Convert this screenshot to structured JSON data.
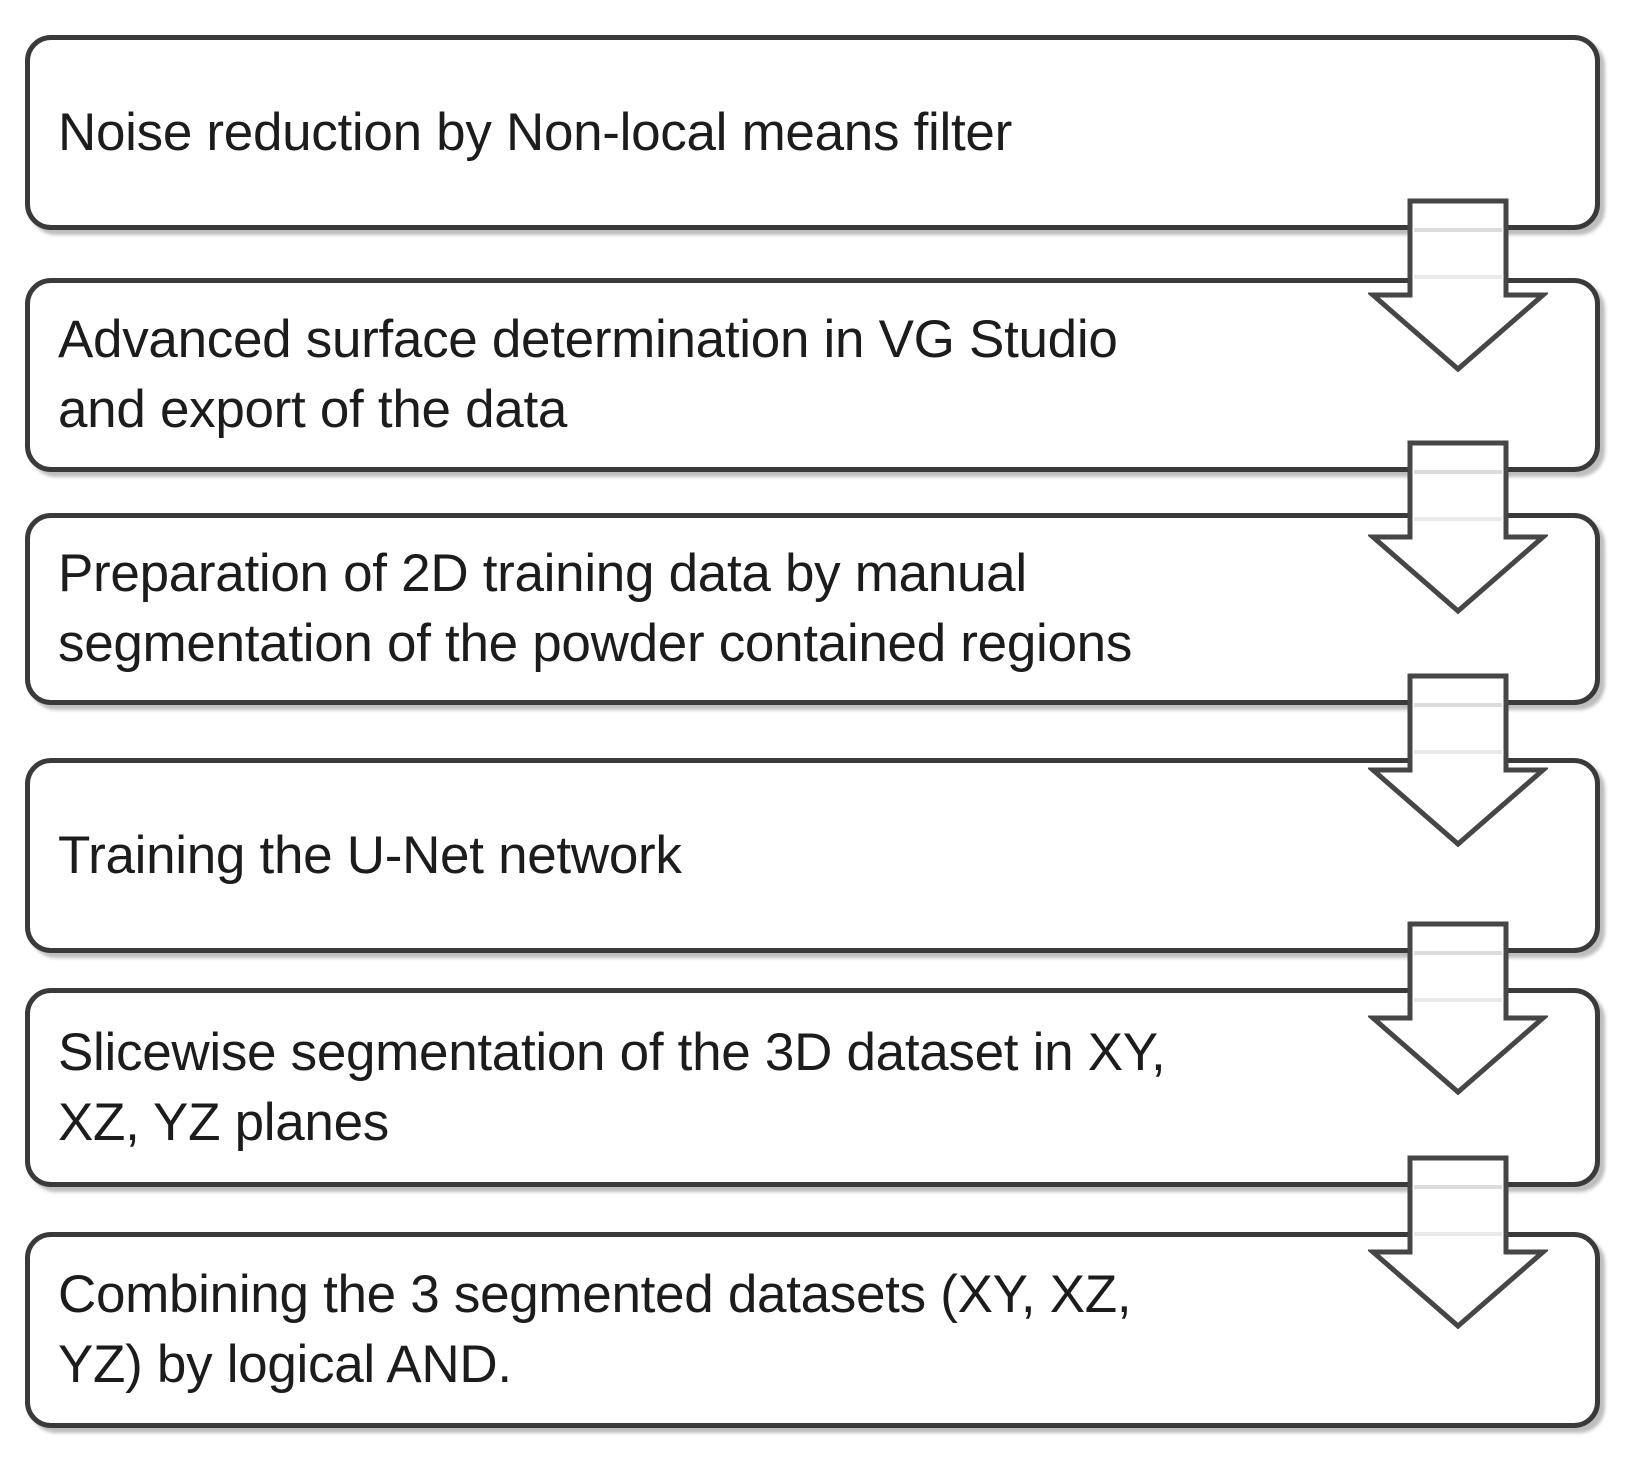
{
  "figure": {
    "type": "flowchart",
    "direction": "top-to-bottom",
    "steps": [
      {
        "order": 1,
        "text": "Noise reduction by Non-local means filter"
      },
      {
        "order": 2,
        "text": "Advanced surface determination in VG Studio\nand export of the data"
      },
      {
        "order": 3,
        "text": "Preparation of 2D training data by manual\nsegmentation of the powder contained regions"
      },
      {
        "order": 4,
        "text": "Training the U-Net network"
      },
      {
        "order": 5,
        "text": "Slicewise segmentation of the 3D dataset in XY,\nXZ, YZ planes"
      },
      {
        "order": 6,
        "text": "Combining the 3 segmented datasets (XY, XZ,\nYZ) by logical AND."
      }
    ],
    "connectors": [
      {
        "from": 1,
        "to": 2,
        "icon": "block-arrow-down-icon"
      },
      {
        "from": 2,
        "to": 3,
        "icon": "block-arrow-down-icon"
      },
      {
        "from": 3,
        "to": 4,
        "icon": "block-arrow-down-icon"
      },
      {
        "from": 4,
        "to": 5,
        "icon": "block-arrow-down-icon"
      },
      {
        "from": 5,
        "to": 6,
        "icon": "block-arrow-down-icon"
      }
    ],
    "colors": {
      "background": "#ffffff",
      "box_fill": "#ffffff",
      "box_border": "#3a3a3a",
      "text": "#1c1c1c",
      "arrow_fill": "#ffffff",
      "arrow_outline": "#464646",
      "shadow": "#7d7d7d"
    }
  }
}
